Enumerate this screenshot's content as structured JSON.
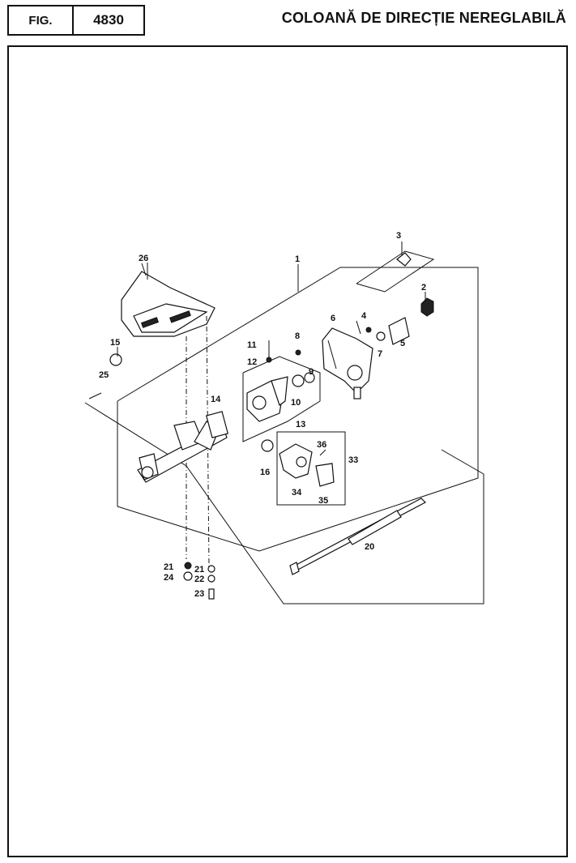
{
  "header": {
    "fig_label": "FIG.",
    "fig_number": "4830",
    "title": "COLOANĂ DE DIRECȚIE NEREGLABILĂ"
  },
  "callouts": [
    "1",
    "2",
    "3",
    "4",
    "5",
    "6",
    "7",
    "8",
    "9",
    "10",
    "11",
    "12",
    "13",
    "14",
    "15",
    "16",
    "20",
    "21",
    "21",
    "22",
    "23",
    "24",
    "25",
    "26",
    "33",
    "34",
    "35",
    "36"
  ]
}
